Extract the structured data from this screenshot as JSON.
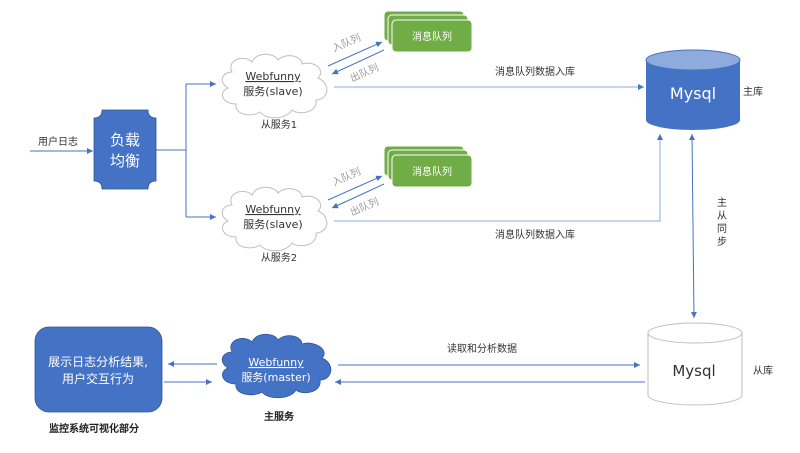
{
  "colors": {
    "primary_blue": "#4472c4",
    "line_blue": "#4472c4",
    "light_line": "#8eaadb",
    "queue_green": "#70ad47",
    "cylinder_top": "#8faadc",
    "slave_db_stroke": "#bfbfbf"
  },
  "input_label": "用户日志",
  "load_balancer": {
    "line1": "负载",
    "line2": "均衡"
  },
  "slave_services": [
    {
      "name_line1": "Webfunny",
      "name_line2": "服务(slave)",
      "caption": "从服务1",
      "queue_label": "消息队列",
      "enqueue_label": "入队列",
      "dequeue_label": "出队列",
      "db_write_label": "消息队列数据入库"
    },
    {
      "name_line1": "Webfunny",
      "name_line2": "服务(slave)",
      "caption": "从服务2",
      "queue_label": "消息队列",
      "enqueue_label": "入队列",
      "dequeue_label": "出队列",
      "db_write_label": "消息队列数据入库"
    }
  ],
  "master_db": {
    "label": "Mysql",
    "caption": "主库"
  },
  "sync_label": [
    "主",
    "从",
    "同",
    "步"
  ],
  "slave_db": {
    "label": "Mysql",
    "caption": "从库"
  },
  "master_service": {
    "name_line1": "Webfunny",
    "name_line2": "服务(master)",
    "caption": "主服务",
    "read_label": "读取和分析数据"
  },
  "visualization": {
    "line1": "展示日志分析结果,",
    "line2": "用户交互行为",
    "caption": "监控系统可视化部分"
  }
}
